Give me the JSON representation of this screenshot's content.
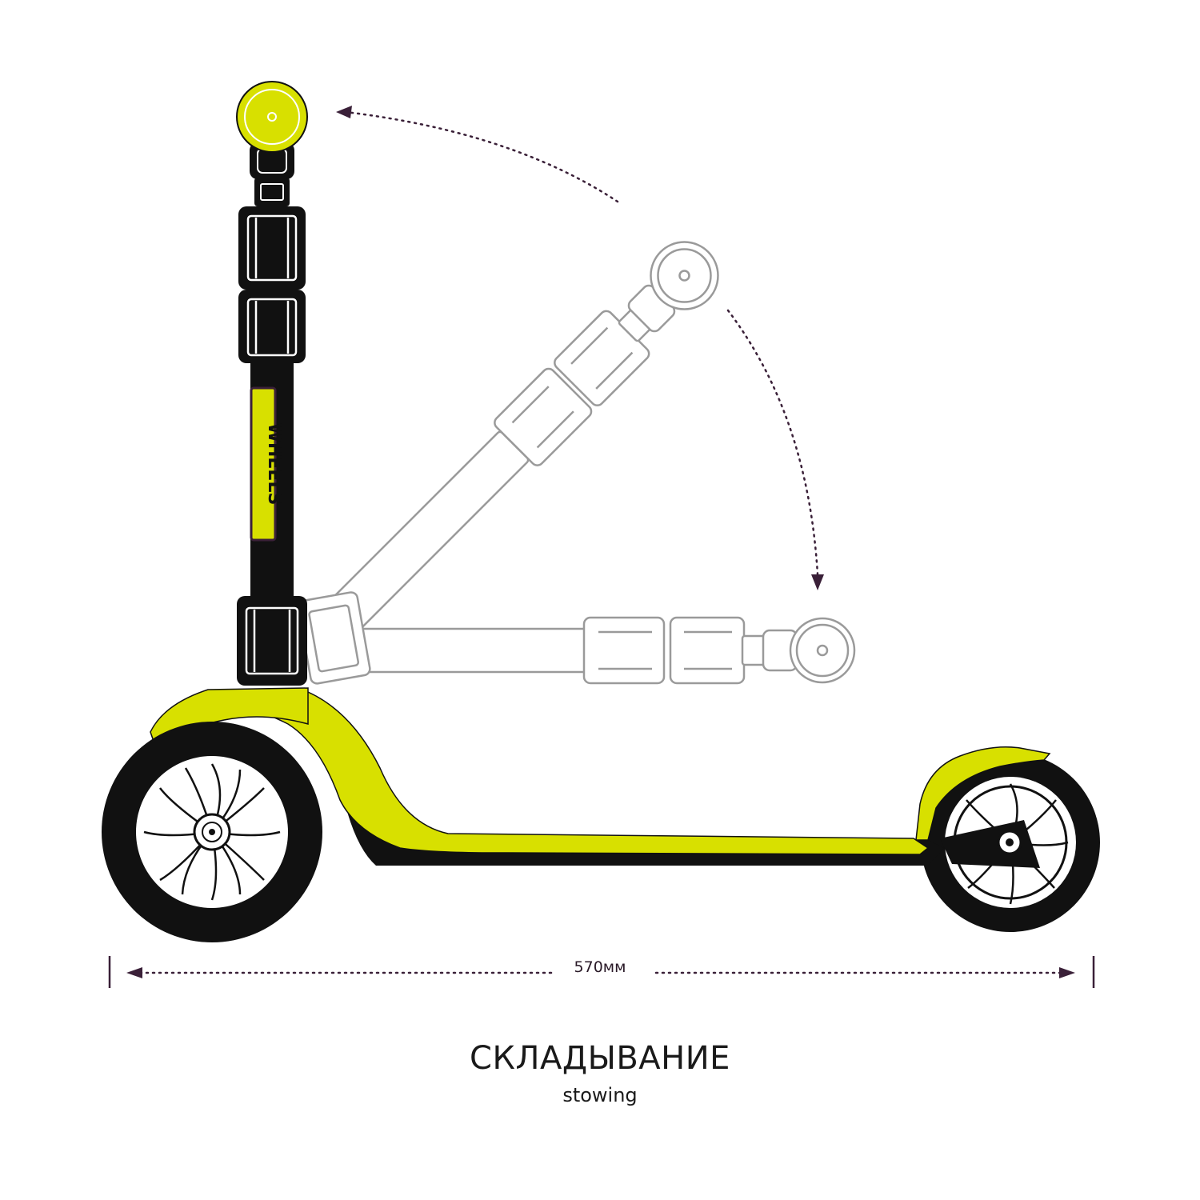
{
  "diagram": {
    "title": "СКЛАДЫВАНИЕ",
    "subtitle": "stowing",
    "dimension_label": "570мм",
    "brand_text": "WHEELS",
    "colors": {
      "accent_yellow": "#d8e000",
      "body_black": "#111111",
      "ghost_outline": "#9a9a9a",
      "arrow_color": "#3a2038"
    }
  }
}
